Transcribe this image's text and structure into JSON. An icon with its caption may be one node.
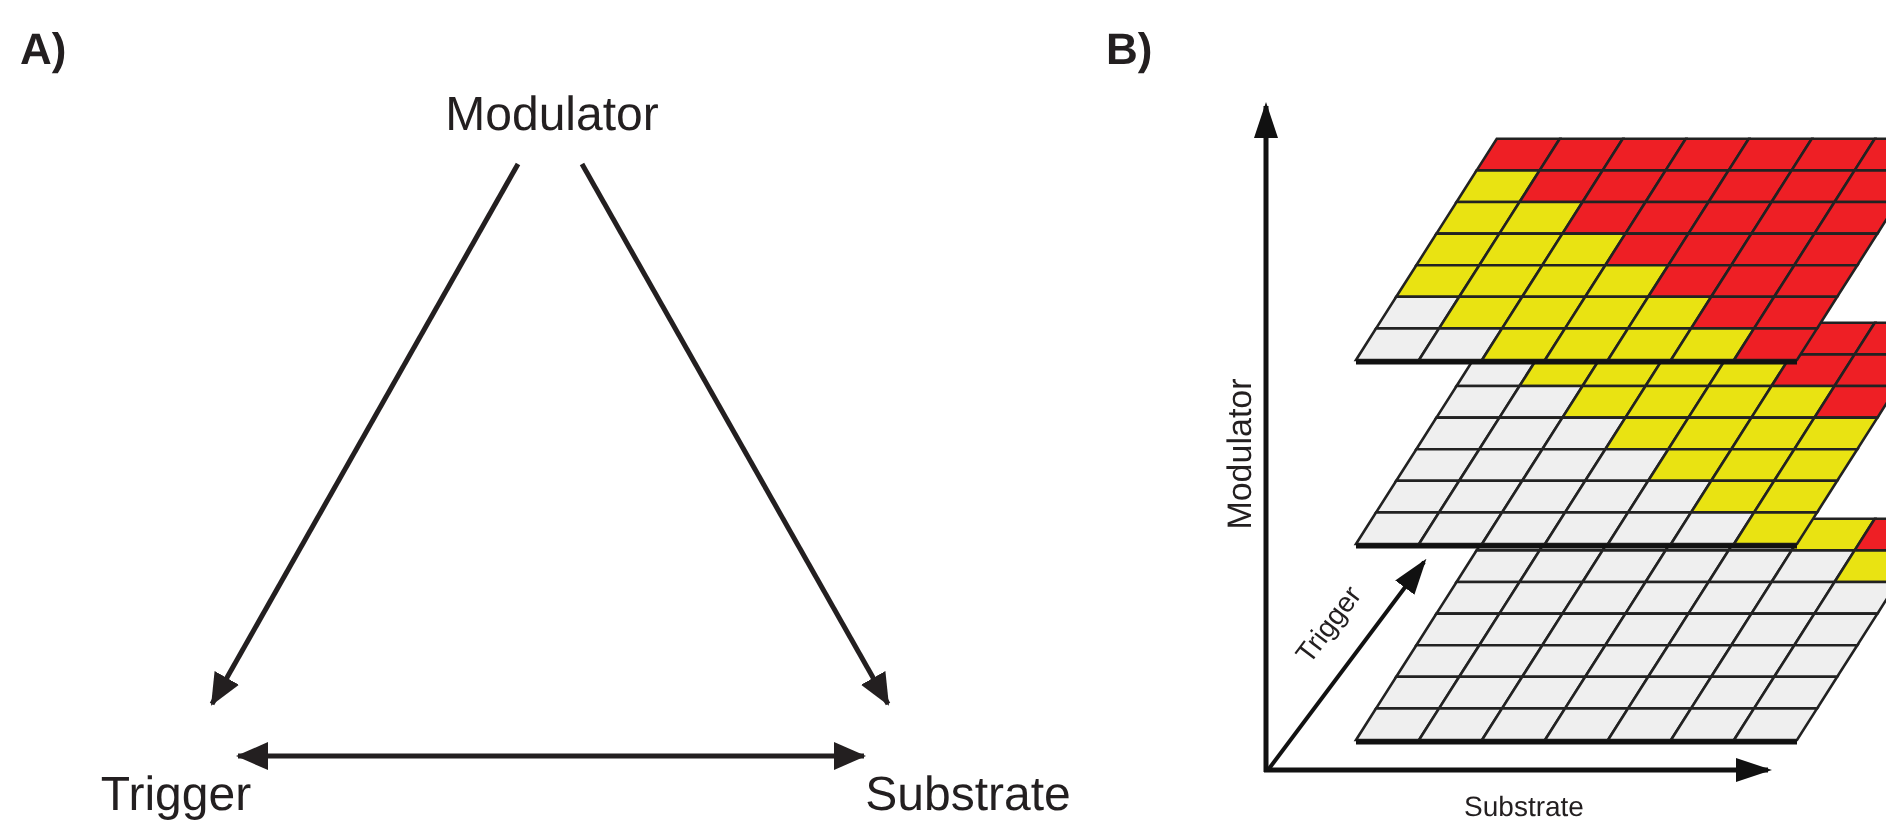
{
  "diagram": {
    "nodes": [
      {
        "text": [
          "Modulator"
        ]
      },
      {
        "text": [
          "Trigger"
        ]
      },
      {
        "text": [
          "Substrate"
        ]
      }
    ],
    "edges": [
      {
        "from": 0,
        "to": 1,
        "arrow": "to"
      },
      {
        "from": 0,
        "to": 2,
        "arrow": "to"
      },
      {
        "from": 1,
        "to": 2,
        "arrow": "both"
      }
    ],
    "labels": [
      "A)",
      "B)",
      "Modulator",
      "Trigger",
      "Substrate"
    ]
  }
}
